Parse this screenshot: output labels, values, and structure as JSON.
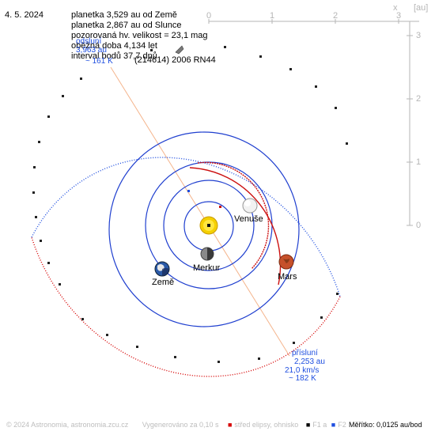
{
  "header": {
    "date": "4. 5. 2024",
    "info_lines": [
      "planetka 3,529 au od Země",
      "planetka 2,867 au od Slunce",
      "pozorovaná hv. velikost = 23,1 mag",
      "oběžná doba 4,134 let",
      "interval bodů 37,7 dnů"
    ],
    "object_name": "(214614) 2006 RN44"
  },
  "axes": {
    "x_label": "x",
    "unit_label": "[au]",
    "x_ticks": [
      "0",
      "1",
      "2",
      "3"
    ],
    "y_ticks": [
      "3",
      "2",
      "1",
      "0"
    ]
  },
  "aphelion": {
    "label": "odsluní",
    "value": "3,963 au",
    "temp": "~ 161 K"
  },
  "perihelion": {
    "label": "přísluní",
    "distance": "2,253 au",
    "speed": "21,0 km/s",
    "temp": "~ 182 K"
  },
  "planets": {
    "venus": "Venuše",
    "mercury": "Merkur",
    "earth": "Země",
    "mars": "Mars"
  },
  "footer": {
    "copyright": "© 2024 Astronomia, astronomia.zcu.cz",
    "generated": "Vygenerováno za 0,10 s",
    "legend_center": "střed elipsy, ohnisko",
    "legend_f1": "F1 a",
    "legend_f2": "F2",
    "scale": "Měřítko: 0,0125 au/bod"
  },
  "colors": {
    "asteroid_orbit": "#d60000",
    "orbit_above": "#1f4fe0",
    "planet_orbit": "#1f3fcf",
    "sun": "#f5d000",
    "apsis_line": "#f4b48c"
  }
}
